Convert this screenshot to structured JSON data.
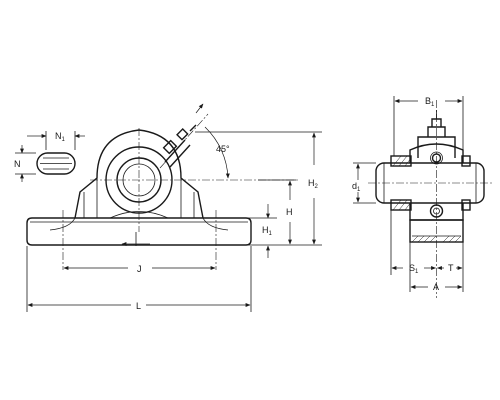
{
  "labels": {
    "N": "N",
    "N1": "N",
    "N1_sub": "1",
    "angle": "45°",
    "H2": "H",
    "H2_sub": "2",
    "H": "H",
    "H1": "H",
    "H1_sub": "1",
    "J": "J",
    "L": "L",
    "B1": "B",
    "B1_sub": "1",
    "d1": "d",
    "d1_sub": "1",
    "S1": "S",
    "S1_sub": "1",
    "T": "T",
    "A": "A"
  },
  "colors": {
    "line": "#1a1a1a",
    "background": "#ffffff"
  }
}
